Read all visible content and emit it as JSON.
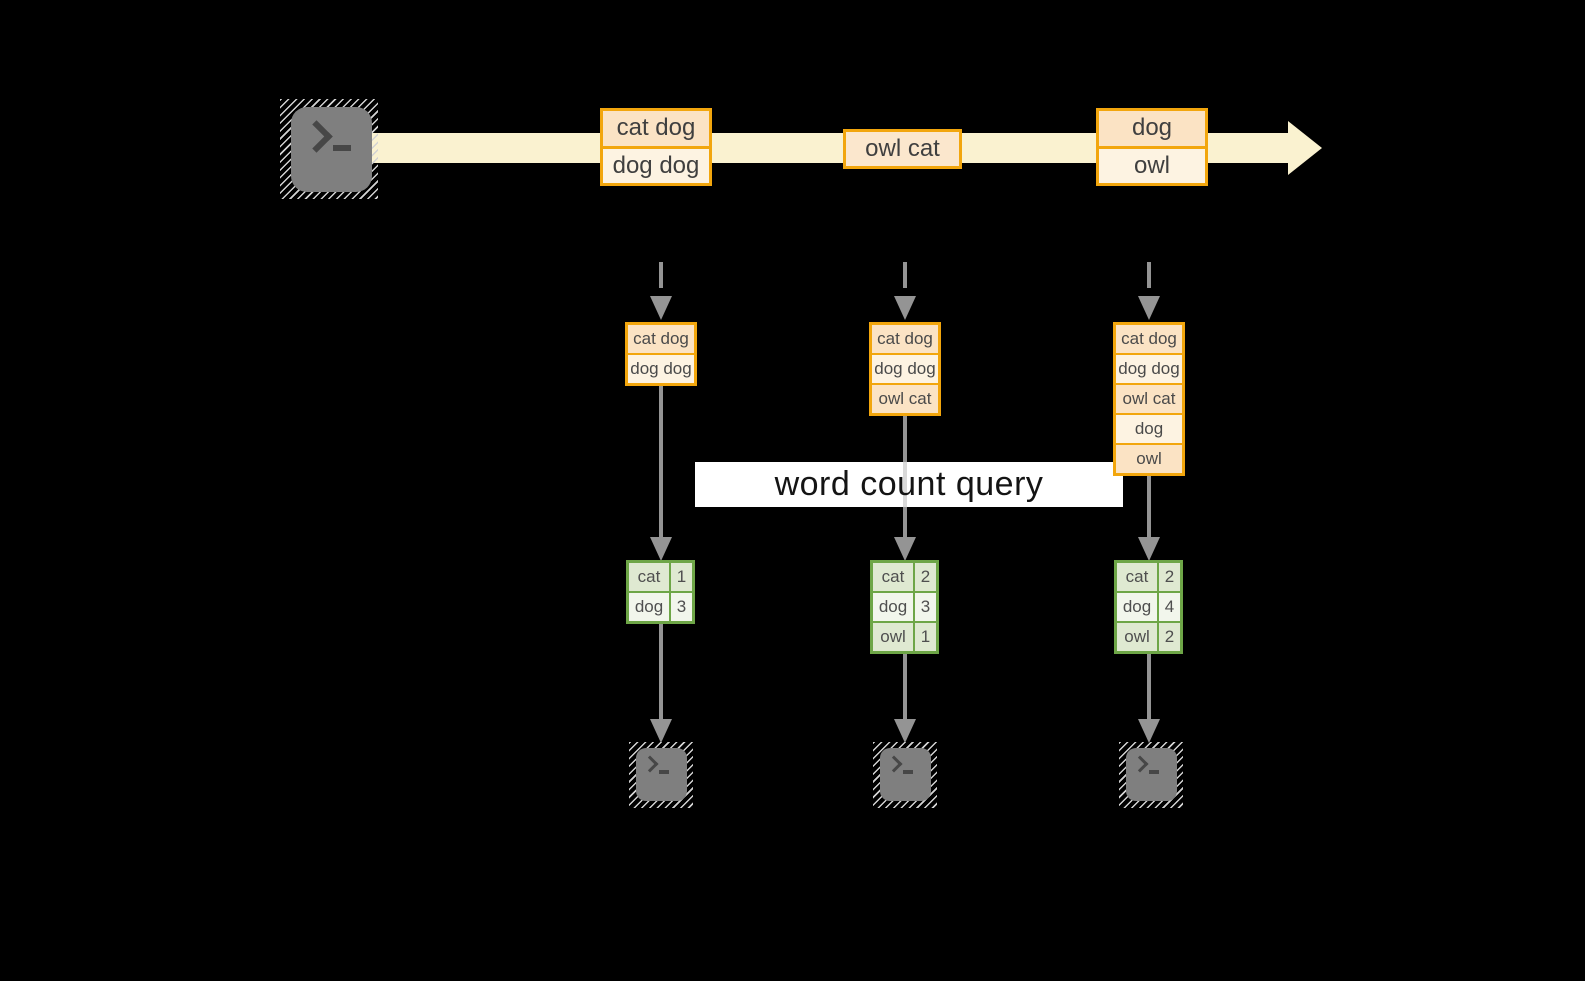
{
  "stream": {
    "source_icon": "terminal-icon",
    "batches": [
      {
        "cells": [
          "cat dog",
          "dog dog"
        ]
      },
      {
        "cells": [
          "owl cat"
        ]
      },
      {
        "cells": [
          "dog",
          "owl"
        ]
      }
    ]
  },
  "query": {
    "label": "word count query"
  },
  "pipelines": [
    {
      "buffer": [
        "cat dog",
        "dog dog"
      ],
      "counts": [
        [
          "cat",
          "1"
        ],
        [
          "dog",
          "3"
        ]
      ],
      "sink_icon": "terminal-icon"
    },
    {
      "buffer": [
        "cat dog",
        "dog dog",
        "owl cat"
      ],
      "counts": [
        [
          "cat",
          "2"
        ],
        [
          "dog",
          "3"
        ],
        [
          "owl",
          "1"
        ]
      ],
      "sink_icon": "terminal-icon"
    },
    {
      "buffer": [
        "cat dog",
        "dog dog",
        "owl cat",
        "dog",
        "owl"
      ],
      "counts": [
        [
          "cat",
          "2"
        ],
        [
          "dog",
          "4"
        ],
        [
          "owl",
          "2"
        ]
      ],
      "sink_icon": "terminal-icon"
    }
  ],
  "colors": {
    "background": "#000000",
    "stream_band": "#faf2d0",
    "amber_border": "#f2a60d",
    "peach_fill": "#fbe3c4",
    "cream_fill": "#fdf3e2",
    "green_border": "#6ea647",
    "green_fill": "#dfe9d1",
    "green_fill_light": "#f2f6ec",
    "arrow_gray": "#949494",
    "terminal_gray": "#7f7f7f",
    "banner_bg": "#ffffff"
  }
}
